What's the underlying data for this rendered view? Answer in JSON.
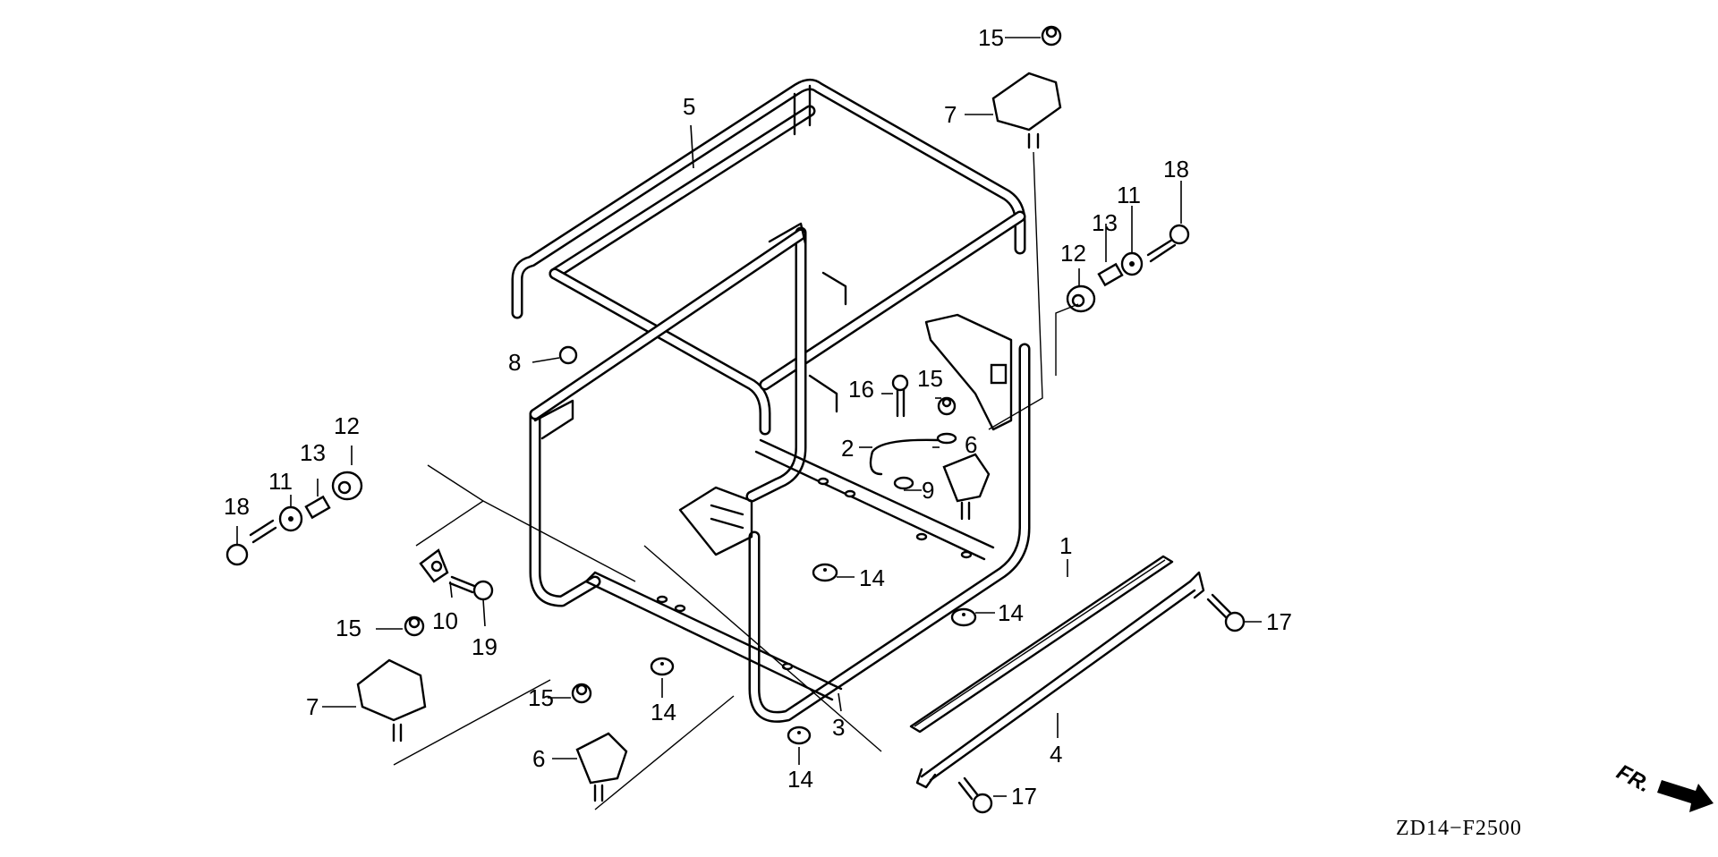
{
  "diagram": {
    "title": "Frame assembly exploded parts view",
    "drawing_code": "ZD14−F2500",
    "direction_indicator": {
      "label": "FR.",
      "icon": "arrow-right-down-icon"
    },
    "callouts": [
      {
        "id": "c15a",
        "label": "15"
      },
      {
        "id": "c7a",
        "label": "7"
      },
      {
        "id": "c5",
        "label": "5"
      },
      {
        "id": "c18a",
        "label": "18"
      },
      {
        "id": "c11a",
        "label": "11"
      },
      {
        "id": "c13a",
        "label": "13"
      },
      {
        "id": "c12a",
        "label": "12"
      },
      {
        "id": "c8",
        "label": "8"
      },
      {
        "id": "c16",
        "label": "16"
      },
      {
        "id": "c15b",
        "label": "15"
      },
      {
        "id": "c2",
        "label": "2"
      },
      {
        "id": "c6a",
        "label": "6"
      },
      {
        "id": "c9",
        "label": "9"
      },
      {
        "id": "c12b",
        "label": "12"
      },
      {
        "id": "c18b",
        "label": "18"
      },
      {
        "id": "c11b",
        "label": "11"
      },
      {
        "id": "c13b",
        "label": "13"
      },
      {
        "id": "c14a",
        "label": "14"
      },
      {
        "id": "c14b",
        "label": "14"
      },
      {
        "id": "c1",
        "label": "1"
      },
      {
        "id": "c17a",
        "label": "17"
      },
      {
        "id": "c15c",
        "label": "15"
      },
      {
        "id": "c10",
        "label": "10"
      },
      {
        "id": "c19",
        "label": "19"
      },
      {
        "id": "c7b",
        "label": "7"
      },
      {
        "id": "c15d",
        "label": "15"
      },
      {
        "id": "c14c",
        "label": "14"
      },
      {
        "id": "c6b",
        "label": "6"
      },
      {
        "id": "c3",
        "label": "3"
      },
      {
        "id": "c14d",
        "label": "14"
      },
      {
        "id": "c4",
        "label": "4"
      },
      {
        "id": "c17b",
        "label": "17"
      }
    ]
  }
}
